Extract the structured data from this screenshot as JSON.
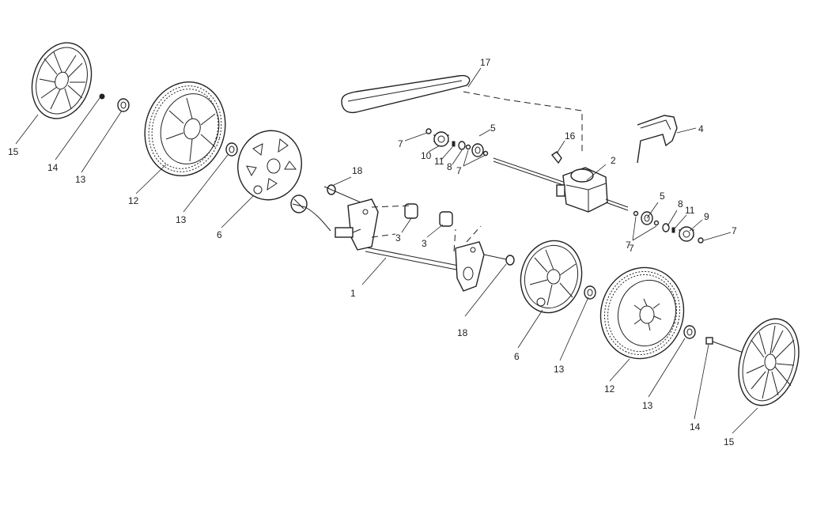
{
  "callouts": [
    "1",
    "2",
    "3",
    "3",
    "4",
    "5",
    "5",
    "6",
    "6",
    "7",
    "7",
    "7",
    "7",
    "7",
    "8",
    "8",
    "9",
    "10",
    "11",
    "11",
    "12",
    "12",
    "13",
    "13",
    "13",
    "13",
    "14",
    "14",
    "15",
    "15",
    "16",
    "17",
    "18",
    "18"
  ]
}
